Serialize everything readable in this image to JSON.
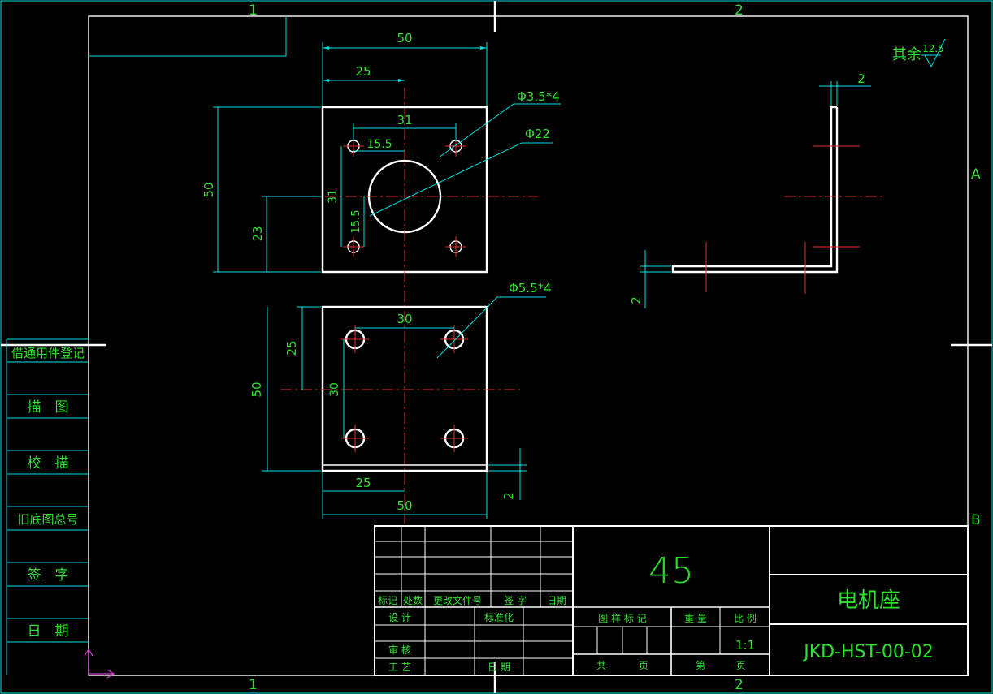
{
  "zones": {
    "top_1": "1",
    "top_2": "2",
    "bottom_1": "1",
    "bottom_2": "2",
    "right_a": "A",
    "right_b": "B"
  },
  "roughness": {
    "label": "其余",
    "value": "12.5"
  },
  "top_view": {
    "dim_width_overall": "50",
    "dim_half_width": "25",
    "dim_small_hole_spacing_x": "31",
    "dim_small_hole_offset_x": "15.5",
    "dim_height_overall": "50",
    "dim_center_height": "23",
    "dim_small_hole_spacing_y": "31",
    "dim_small_hole_offset_y": "15.5",
    "small_hole_callout": "Φ3.5*4",
    "center_hole_callout": "Φ22"
  },
  "bottom_view": {
    "large_hole_callout": "Φ5.5*4",
    "dim_hole_spacing_x": "30",
    "dim_half_height": "25",
    "dim_height_overall": "50",
    "dim_hole_spacing_y": "30",
    "dim_half_width": "25",
    "dim_width_overall": "50",
    "dim_thickness": "2"
  },
  "side_view": {
    "dim_thickness_top": "2",
    "dim_thickness_left": "2"
  },
  "left_column": {
    "items": [
      "借通用件登记",
      "描　图",
      "校　描",
      "旧底图总号",
      "签　字",
      "日　期"
    ]
  },
  "title_block": {
    "revision_headers": [
      "标记",
      "处数",
      "更改文件号",
      "签 字",
      "日期"
    ],
    "material": "45",
    "part_name": "电机座",
    "drawing_number": "JKD-HST-00-02",
    "label_design": "设 计",
    "label_standardization": "标准化",
    "label_review": "审 核",
    "label_process": "工 艺",
    "label_date": "日 期",
    "label_stage_mark": "图 样 标 记",
    "label_weight": "重 量",
    "label_scale": "比 例",
    "scale_value": "1:1",
    "label_total": "共",
    "label_sheet_page": "页",
    "label_sheet_no": "第",
    "label_page": "页"
  }
}
